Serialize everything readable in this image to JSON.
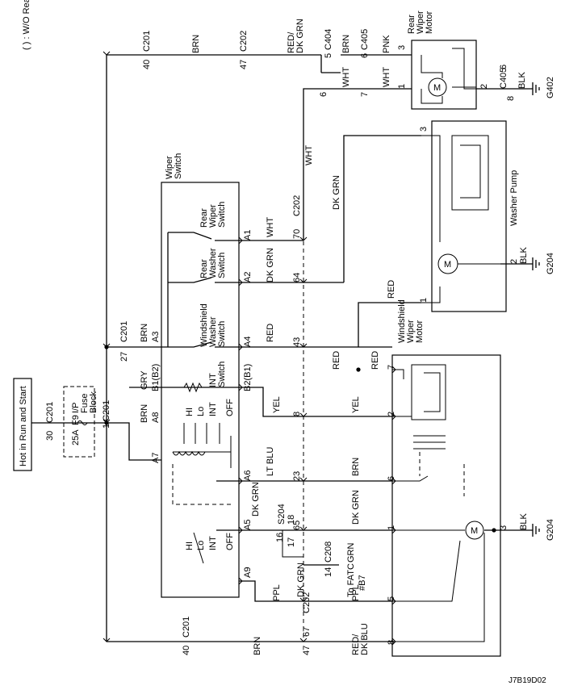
{
  "title": "Hot in Run and Start",
  "legend": "( ) : W/O Rear Fog",
  "diagram_id": "J7B19D02",
  "fuse": {
    "label_1": "I/P",
    "label_2": "Fuse",
    "label_3": "Block",
    "name": "F9",
    "rating": "25A"
  },
  "connectors": {
    "c201": "C201",
    "c202": "C202",
    "c404": "C404",
    "c405": "C405",
    "c208": "C208",
    "s204": "S204",
    "g402": "G402",
    "g204": "G204"
  },
  "pins": {
    "p1": "1",
    "p2": "2",
    "p3": "3",
    "p5": "5",
    "p6": "6",
    "p7": "7",
    "p8": "8",
    "p14": "14",
    "p16": "16",
    "p17": "17",
    "p18": "18",
    "p23": "23",
    "p27": "27",
    "p30": "30",
    "p40": "40",
    "p43": "43",
    "p47": "47",
    "p64": "64",
    "p65": "65",
    "p67": "67",
    "p70": "70",
    "a1": "A1",
    "a2": "A2",
    "a3": "A3",
    "a4": "A4",
    "a5": "A5",
    "a6": "A6",
    "a7": "A7",
    "a8": "A8",
    "a9": "A9",
    "b1": "B1(B2)",
    "b2": "B2(B1)"
  },
  "wires": {
    "brn": "BRN",
    "wht": "WHT",
    "pnk": "PNK",
    "blk": "BLK",
    "red": "RED",
    "yel": "YEL",
    "gry": "GRY",
    "ppl": "PPL",
    "grn": "GRN",
    "lt_blu": "LT BLU",
    "dk_grn": "DK GRN",
    "red_dkgrn_1": "RED/",
    "red_dkgrn_2": "DK GRN",
    "red_dkblu_1": "RED/",
    "red_dkblu_2": "DK BLU"
  },
  "components": {
    "wiper_switch_1": "Wiper",
    "wiper_switch_2": "Switch",
    "rear_wiper_switch": [
      "Rear",
      "Wiper",
      "Switch"
    ],
    "rear_washer_switch": [
      "Rear",
      "Washer",
      "Switch"
    ],
    "ws_washer_switch": [
      "Windshield",
      "Washer",
      "Switch"
    ],
    "int_switch": [
      "INT",
      "Switch"
    ],
    "rear_wiper_motor": [
      "Rear",
      "Wiper",
      "Motor"
    ],
    "washer_pump": "Washer Pump",
    "ws_wiper_motor": [
      "Windshield",
      "Wiper",
      "Motor"
    ],
    "fatc": [
      "To FATC",
      "#B7"
    ],
    "motor_symbol": "M"
  },
  "switch_positions": {
    "hi": "HI",
    "lo": "Lo",
    "int": "INT",
    "off": "OFF"
  }
}
